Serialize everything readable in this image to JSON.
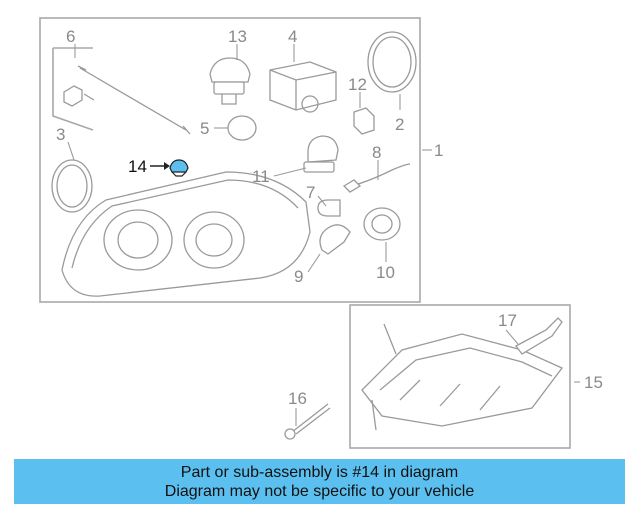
{
  "diagram": {
    "callouts": {
      "c1": "1",
      "c2": "2",
      "c3": "3",
      "c4": "4",
      "c5": "5",
      "c6": "6",
      "c7": "7",
      "c8": "8",
      "c9": "9",
      "c10": "10",
      "c11": "11",
      "c12": "12",
      "c13": "13",
      "c14": "14",
      "c15": "15",
      "c16": "16",
      "c17": "17"
    },
    "highlight_color": "#5bc0f0"
  },
  "banner": {
    "line1": "Part or sub-assembly is #14 in diagram",
    "line2": "Diagram may not be specific to your vehicle",
    "background": "#5bc0f0"
  }
}
